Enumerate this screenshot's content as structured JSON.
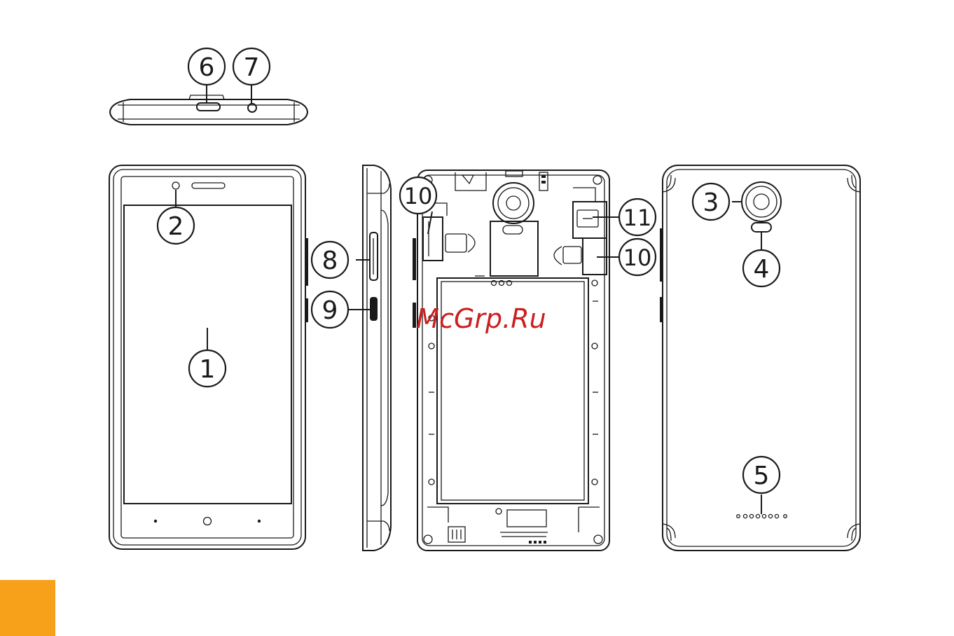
{
  "watermark": {
    "text": "McGrp.Ru",
    "color": "#cc1f1f"
  },
  "accent_color": "#f7a11a",
  "callouts": [
    {
      "id": "top-usb-port",
      "label": "6"
    },
    {
      "id": "top-headset-jack",
      "label": "7"
    },
    {
      "id": "front-camera",
      "label": "2"
    },
    {
      "id": "screen",
      "label": "1"
    },
    {
      "id": "volume-keys",
      "label": "8"
    },
    {
      "id": "power-key",
      "label": "9"
    },
    {
      "id": "sim-slot-left",
      "label": "10"
    },
    {
      "id": "memory-card-slot",
      "label": "11"
    },
    {
      "id": "sim-slot-right",
      "label": "10"
    },
    {
      "id": "rear-camera",
      "label": "3"
    },
    {
      "id": "flash",
      "label": "4"
    },
    {
      "id": "speaker",
      "label": "5"
    }
  ]
}
